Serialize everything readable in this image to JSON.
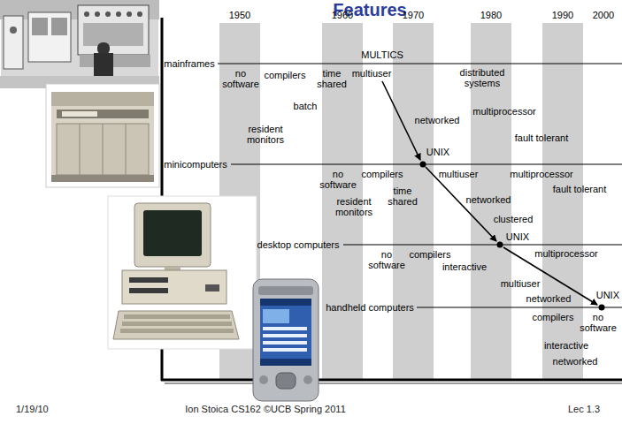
{
  "diagram": {
    "title": "Features",
    "labels": [
      "1950",
      "1960",
      "1970",
      "1980",
      "1990",
      "2000",
      "MULTICS",
      "mainframes",
      "no software",
      "compilers",
      "time shared",
      "multiuser",
      "distributed systems",
      "batch",
      "resident monitors",
      "networked",
      "multiprocessor",
      "fault tolerant",
      "UNIX",
      "minicomputers",
      "no software",
      "compilers",
      "time shared",
      "multiuser",
      "multiprocessor",
      "fault tolerant",
      "resident monitors",
      "networked",
      "clustered",
      "UNIX",
      "desktop computers",
      "no software",
      "compilers",
      "interactive",
      "multiprocessor",
      "multiuser",
      "networked",
      "UNIX",
      "handheld computers",
      "compilers",
      "no software",
      "interactive",
      "networked",
      "1/19/10",
      "Ion Stoica CS162 ©UCB Spring 2011",
      "Lec 1.3"
    ]
  }
}
